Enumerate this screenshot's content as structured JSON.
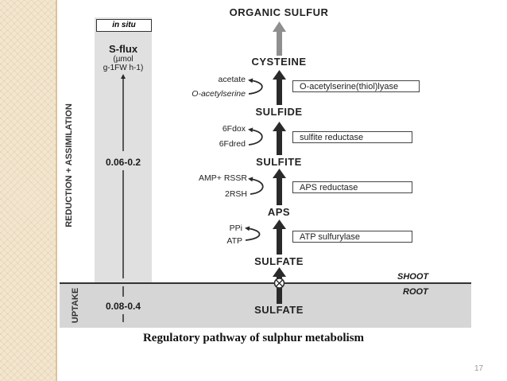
{
  "caption": "Regulatory pathway of sulphur metabolism",
  "page_number": "17",
  "left_labels": {
    "in_situ": "in situ",
    "sflux_title": "S-flux",
    "sflux_units_line1": "(µmol",
    "sflux_units_line2": "g-1FW h-1)",
    "shoot_flux": "0.06-0.2",
    "root_flux": "0.08-0.4",
    "reduction_assimilation": "REDUCTION + ASSIMILATION",
    "uptake": "UPTAKE"
  },
  "metabolites": {
    "organic_sulfur": "ORGANIC SULFUR",
    "cysteine": "CYSTEINE",
    "sulfide": "SULFIDE",
    "sulfite": "SULFITE",
    "aps": "APS",
    "sulfate_shoot": "SULFATE",
    "sulfate_root": "SULFATE"
  },
  "enzymes": {
    "oas_thiol_lyase": "O-acetylserine(thiol)lyase",
    "sulfite_reductase": "sulfite reductase",
    "aps_reductase": "APS reductase",
    "atp_sulfurylase": "ATP sulfurylase"
  },
  "cofactors": {
    "acetate": "acetate",
    "o_acetylserine": "O-acetylserine",
    "fd_ox": "6Fdox",
    "fd_red": "6Fdred",
    "amp_rssr": "AMP+ RSSR",
    "rsh": "2RSH",
    "ppi": "PPi",
    "atp": "ATP"
  },
  "compartments": {
    "shoot": "SHOOT",
    "root": "ROOT"
  },
  "colors": {
    "flux_column": "#e0e0e0",
    "root_band": "#d6d6d6",
    "arrow": "#2a2a2a",
    "arrow_faded": "#8f8f8f"
  }
}
